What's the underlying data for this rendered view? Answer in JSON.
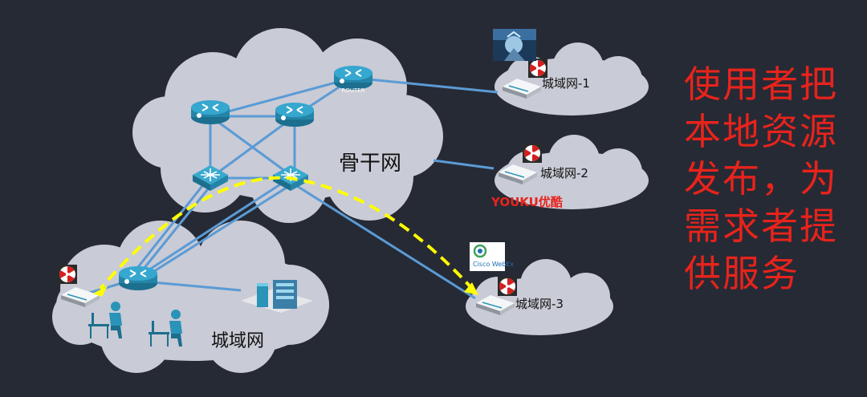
{
  "labels": {
    "backbone": "骨干网",
    "metro_main": "城域网",
    "metro1": "城域网-1",
    "metro2": "城域网-2",
    "metro3": "城域网-3",
    "router_caption": "ROUTER",
    "youku_logo": "YOUKU优酷",
    "webex_logo": "Cisco WebEx"
  },
  "side_text": {
    "line1": "使用者把",
    "line2": "本地资源",
    "line3": "发布，为",
    "line4": "需求者提",
    "line5": "供服务"
  },
  "colors": {
    "background": "#262a35",
    "cloud": "#c9cbd6",
    "link": "#5b9bd5",
    "flow_arrow": "#ffff00",
    "side_text": "#e8231b",
    "router": "#2a93b8",
    "umbrella": "#d51f1f"
  },
  "icons": {
    "router": "router-icon",
    "switch": "switch-icon",
    "modem": "modem-icon",
    "umbrella": "umbrella-badge-icon",
    "user": "user-at-desk-icon",
    "server": "server-rack-icon",
    "game": "game-avatar-icon"
  }
}
